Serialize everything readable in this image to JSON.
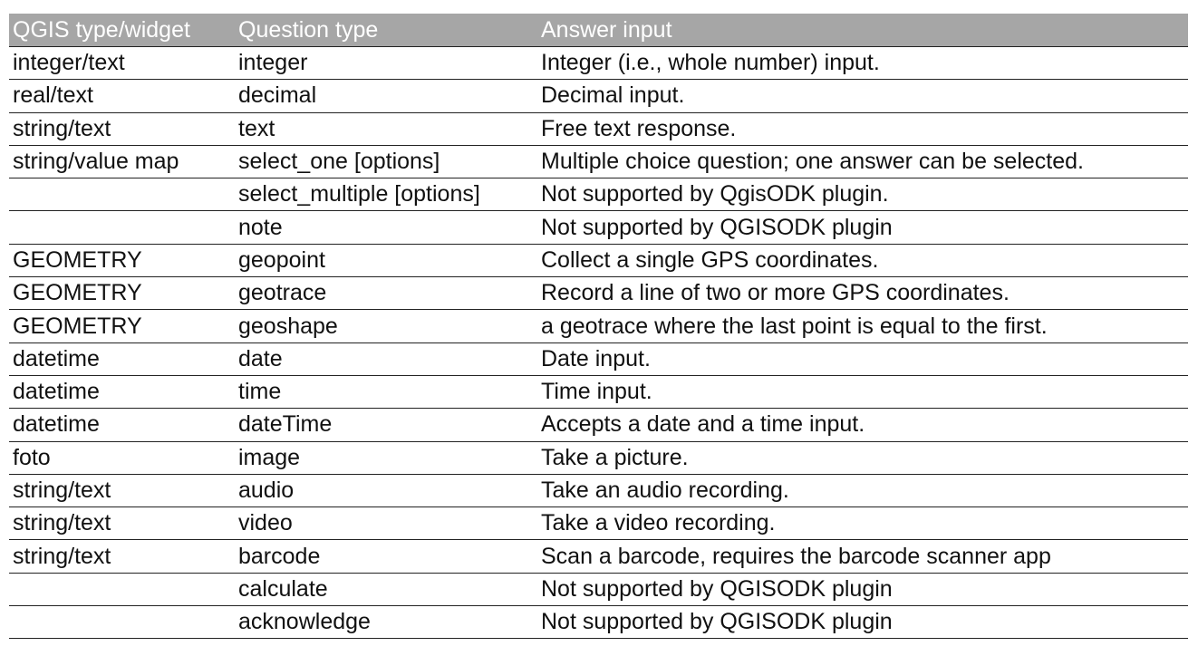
{
  "headers": [
    "QGIS type/widget",
    "Question type",
    "Answer input"
  ],
  "rows": [
    [
      "integer/text",
      "integer",
      "Integer (i.e., whole number) input."
    ],
    [
      "real/text",
      "decimal",
      "Decimal input."
    ],
    [
      "string/text",
      "text",
      "Free text response."
    ],
    [
      "string/value map",
      "select_one [options]",
      "Multiple choice question; one answer can be selected."
    ],
    [
      "",
      "select_multiple [options]",
      "Not supported by QgisODK plugin."
    ],
    [
      "",
      "note",
      "Not supported by QGISODK plugin"
    ],
    [
      "GEOMETRY",
      "geopoint",
      "Collect a single GPS coordinates."
    ],
    [
      "GEOMETRY",
      "geotrace",
      "Record a line of two or more GPS coordinates."
    ],
    [
      "GEOMETRY",
      "geoshape",
      "a geotrace where the last point is equal to the first."
    ],
    [
      "datetime",
      "date",
      "Date input."
    ],
    [
      "datetime",
      "time",
      "Time input."
    ],
    [
      "datetime",
      "dateTime",
      "Accepts a date and a time input."
    ],
    [
      "foto",
      "image",
      "Take a picture."
    ],
    [
      "string/text",
      "audio",
      "Take an audio recording."
    ],
    [
      "string/text",
      "video",
      "Take a video recording."
    ],
    [
      "string/text",
      "barcode",
      "Scan a barcode, requires the barcode scanner app"
    ],
    [
      "",
      "calculate",
      "Not supported by QGISODK plugin"
    ],
    [
      "",
      "acknowledge",
      "Not supported by QGISODK plugin"
    ]
  ]
}
